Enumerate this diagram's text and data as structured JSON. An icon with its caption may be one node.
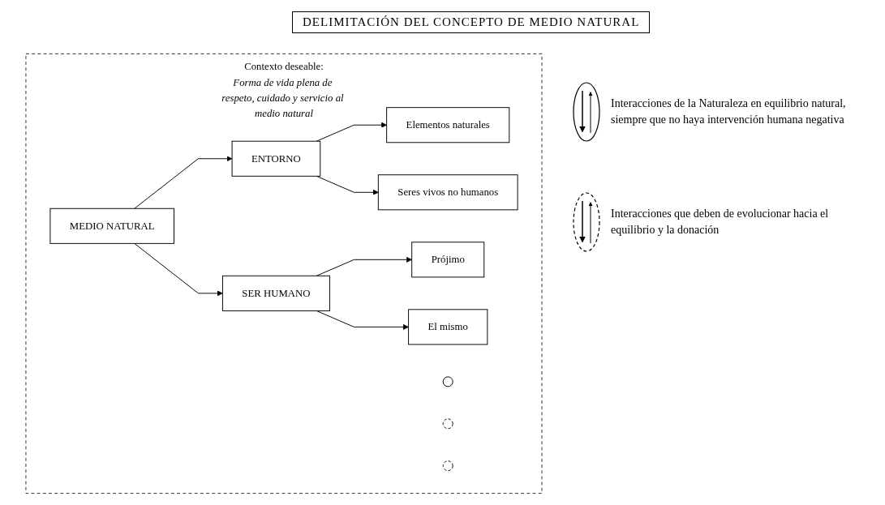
{
  "diagram": {
    "title": "DELIMITACIÓN DEL CONCEPTO DE MEDIO NATURAL",
    "nodes": [
      {
        "text": [
          "Contexto deseable:",
          "Forma de vida plena de respeto, cuidado y servicio al medio natural"
        ]
      },
      {
        "text": [
          "MEDIO NATURAL"
        ],
        "in": 0
      },
      {
        "text": [
          "ENTORNO"
        ],
        "in": 0
      },
      {
        "text": [
          "Elementos naturales"
        ],
        "in": 0
      },
      {
        "text": [],
        "shape": "circle",
        "in": 0
      },
      {
        "text": [],
        "shape": "circle",
        "in": 0
      },
      {
        "text": [
          "Seres vivos no humanos"
        ],
        "in": 0
      },
      {
        "text": [
          "Prójimo"
        ],
        "in": 0
      },
      {
        "text": [
          "SER HUMANO"
        ],
        "in": 0
      },
      {
        "text": [],
        "shape": "circle",
        "in": 0
      },
      {
        "text": [
          "El mismo"
        ],
        "in": 0
      }
    ],
    "edges": [
      {
        "from": 1,
        "to": 2,
        "arrow": "to"
      },
      {
        "from": 1,
        "to": 8,
        "arrow": "to"
      },
      {
        "from": 2,
        "to": 3,
        "arrow": "to"
      },
      {
        "from": 2,
        "to": 6,
        "arrow": "to"
      },
      {
        "from": 8,
        "to": 7,
        "arrow": "to"
      },
      {
        "from": 8,
        "to": 10,
        "arrow": "to"
      }
    ],
    "legend": [
      {
        "text": "Interacciones de la Naturaleza en equilibrio natural, siempre que no haya intervención humana negativa"
      },
      {
        "text": "Interacciones que deben de evolucionar hacia el equilibrio y la donación"
      }
    ]
  }
}
